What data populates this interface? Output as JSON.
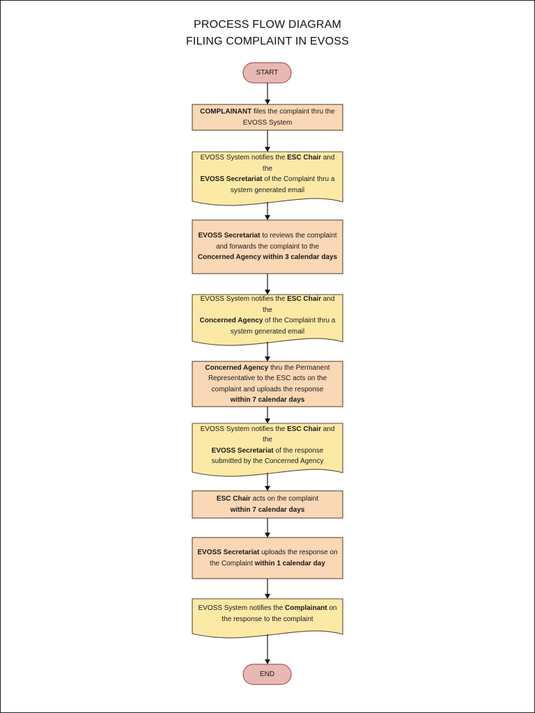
{
  "diagram": {
    "title_line1": "PROCESS FLOW DIAGRAM",
    "title_line2": "FILING COMPLAINT IN EVOSS",
    "start_label": "START",
    "end_label": "END",
    "colors": {
      "terminal_fill": "#e8b8b4",
      "terminal_stroke": "#a05a5a",
      "process_fill": "#fad7b5",
      "document_fill": "#fde9a6",
      "stroke": "#5a4a3a"
    },
    "steps": [
      {
        "id": "s1",
        "shape": "process",
        "lines": [
          [
            {
              "t": "COMPLAINANT",
              "b": true
            },
            {
              "t": " files the complaint thru the"
            }
          ],
          [
            {
              "t": "EVOSS System"
            }
          ]
        ]
      },
      {
        "id": "s2",
        "shape": "document",
        "lines": [
          [
            {
              "t": "EVOSS System notifies the "
            },
            {
              "t": "ESC Chair",
              "b": true
            },
            {
              "t": " and the"
            }
          ],
          [
            {
              "t": "EVOSS Secretariat",
              "b": true
            },
            {
              "t": " of the Complaint thru a"
            }
          ],
          [
            {
              "t": "system generated email"
            }
          ]
        ]
      },
      {
        "id": "s3",
        "shape": "process",
        "lines": [
          [
            {
              "t": "EVOSS Secretariat",
              "b": true
            },
            {
              "t": " to reviews the complaint"
            }
          ],
          [
            {
              "t": "and forwards the complaint to the"
            }
          ],
          [
            {
              "t": "Concerned Agency within 3 calendar days",
              "b": true
            }
          ]
        ]
      },
      {
        "id": "s4",
        "shape": "document",
        "lines": [
          [
            {
              "t": "EVOSS System notifies the "
            },
            {
              "t": "ESC Chair",
              "b": true
            },
            {
              "t": " and the"
            }
          ],
          [
            {
              "t": "Concerned Agency",
              "b": true
            },
            {
              "t": " of the Complaint thru a"
            }
          ],
          [
            {
              "t": "system generated email"
            }
          ]
        ]
      },
      {
        "id": "s5",
        "shape": "process",
        "lines": [
          [
            {
              "t": "Concerned Agency",
              "b": true
            },
            {
              "t": " thru the Permanent"
            }
          ],
          [
            {
              "t": "Representative to the ESC acts on the"
            }
          ],
          [
            {
              "t": "complaint and uploads the response"
            }
          ],
          [
            {
              "t": "within 7 calendar days",
              "b": true
            }
          ]
        ]
      },
      {
        "id": "s6",
        "shape": "document",
        "lines": [
          [
            {
              "t": "EVOSS System notifies the "
            },
            {
              "t": "ESC Chair",
              "b": true
            },
            {
              "t": " and the"
            }
          ],
          [
            {
              "t": "EVOSS Secretariat",
              "b": true
            },
            {
              "t": " of the response"
            }
          ],
          [
            {
              "t": "submitted by the Concerned Agency"
            }
          ]
        ]
      },
      {
        "id": "s7",
        "shape": "process",
        "lines": [
          [
            {
              "t": "ESC Chair",
              "b": true
            },
            {
              "t": " acts on the complaint"
            }
          ],
          [
            {
              "t": "within 7 calendar days",
              "b": true
            }
          ]
        ]
      },
      {
        "id": "s8",
        "shape": "process",
        "lines": [
          [
            {
              "t": "EVOSS Secretariat",
              "b": true
            },
            {
              "t": " uploads the response on"
            }
          ],
          [
            {
              "t": "the Complaint "
            },
            {
              "t": "within 1 calendar day",
              "b": true
            }
          ]
        ]
      },
      {
        "id": "s9",
        "shape": "document",
        "lines": [
          [
            {
              "t": "EVOSS System notifies the "
            },
            {
              "t": "Complainant",
              "b": true
            },
            {
              "t": " on"
            }
          ],
          [
            {
              "t": "the response to the complaint"
            }
          ]
        ]
      }
    ]
  }
}
